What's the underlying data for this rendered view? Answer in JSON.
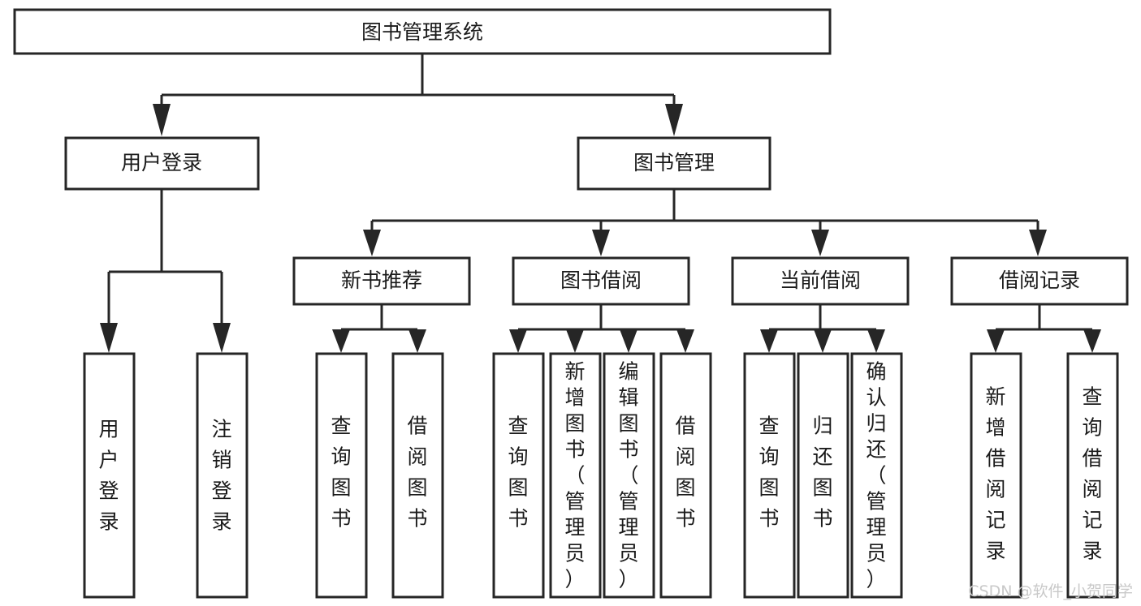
{
  "diagram": {
    "type": "tree-hierarchy",
    "title": "图书管理系统",
    "orientation": "top-down",
    "colors": {
      "stroke": "#262626",
      "box_fill": "#ffffff",
      "text": "#1a1a1a",
      "background": "#ffffff",
      "watermark": "#c9c9c9"
    },
    "levels": [
      {
        "level": 1,
        "nodes": [
          {
            "id": "root",
            "label": "图书管理系统",
            "orientation": "horizontal"
          }
        ]
      },
      {
        "level": 2,
        "nodes": [
          {
            "id": "user-login",
            "label": "用户登录",
            "orientation": "horizontal",
            "parent": "root"
          },
          {
            "id": "book-manage",
            "label": "图书管理",
            "orientation": "horizontal",
            "parent": "root"
          }
        ]
      },
      {
        "level": 3,
        "nodes": [
          {
            "id": "new-book-rec",
            "label": "新书推荐",
            "orientation": "horizontal",
            "parent": "book-manage"
          },
          {
            "id": "book-borrow",
            "label": "图书借阅",
            "orientation": "horizontal",
            "parent": "book-manage"
          },
          {
            "id": "current-borrow",
            "label": "当前借阅",
            "orientation": "horizontal",
            "parent": "book-manage"
          },
          {
            "id": "borrow-record",
            "label": "借阅记录",
            "orientation": "horizontal",
            "parent": "book-manage"
          }
        ]
      },
      {
        "level": 4,
        "nodes": [
          {
            "id": "leaf-user-login",
            "label": "用户登录",
            "orientation": "vertical",
            "parent": "user-login"
          },
          {
            "id": "leaf-logout",
            "label": "注销登录",
            "orientation": "vertical",
            "parent": "user-login"
          },
          {
            "id": "leaf-query-book-1",
            "label": "查询图书",
            "orientation": "vertical",
            "parent": "new-book-rec"
          },
          {
            "id": "leaf-borrow-book-1",
            "label": "借阅图书",
            "orientation": "vertical",
            "parent": "new-book-rec"
          },
          {
            "id": "leaf-query-book-2",
            "label": "查询图书",
            "orientation": "vertical",
            "parent": "book-borrow"
          },
          {
            "id": "leaf-add-book",
            "label": "新增图书（管理员）",
            "orientation": "vertical",
            "parent": "book-borrow"
          },
          {
            "id": "leaf-edit-book",
            "label": "编辑图书（管理员）",
            "orientation": "vertical",
            "parent": "book-borrow"
          },
          {
            "id": "leaf-borrow-book-2",
            "label": "借阅图书",
            "orientation": "vertical",
            "parent": "book-borrow"
          },
          {
            "id": "leaf-query-book-3",
            "label": "查询图书",
            "orientation": "vertical",
            "parent": "current-borrow"
          },
          {
            "id": "leaf-return-book",
            "label": "归还图书",
            "orientation": "vertical",
            "parent": "current-borrow"
          },
          {
            "id": "leaf-confirm-return",
            "label": "确认归还（管理员）",
            "orientation": "vertical",
            "parent": "current-borrow"
          },
          {
            "id": "leaf-add-record",
            "label": "新增借阅记录",
            "orientation": "vertical",
            "parent": "borrow-record"
          },
          {
            "id": "leaf-query-record",
            "label": "查询借阅记录",
            "orientation": "vertical",
            "parent": "borrow-record"
          }
        ]
      }
    ]
  },
  "watermark": {
    "text": "CSDN @软件_小贺同学"
  }
}
